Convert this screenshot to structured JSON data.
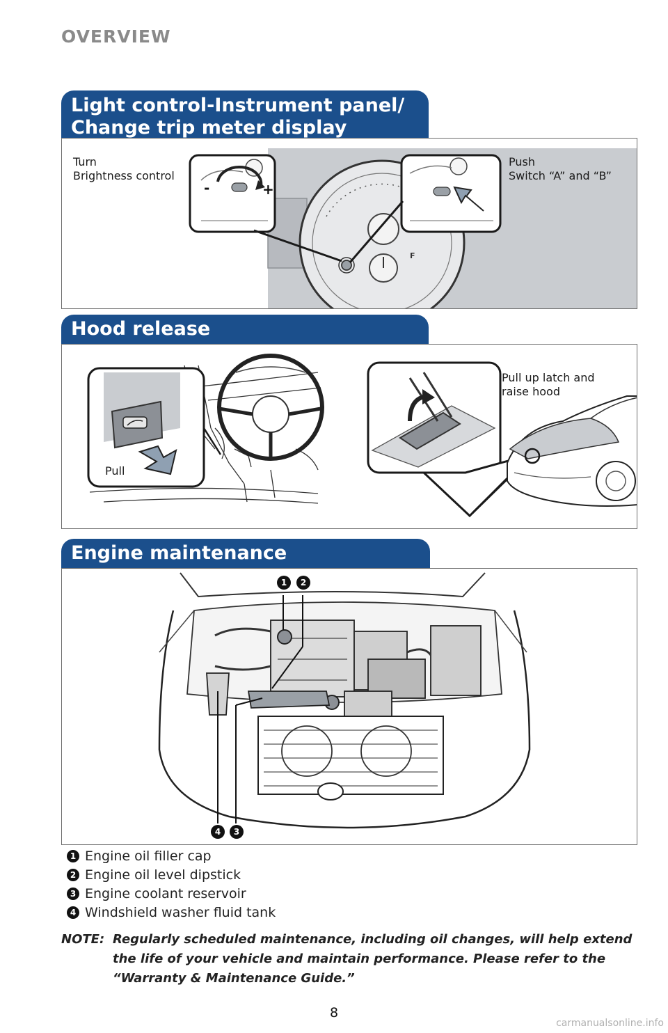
{
  "header": {
    "overview": "OVERVIEW"
  },
  "section1": {
    "title_line1": "Light control-Instrument panel/",
    "title_line2": "Change trip meter display",
    "left_caption": [
      "Turn",
      "Brightness control"
    ],
    "right_caption": [
      "Push",
      "Switch “A” and “B”"
    ],
    "dial_marks": [
      "-",
      "+"
    ],
    "fuel_mark": "F"
  },
  "section2": {
    "title": "Hood release",
    "pull_label": "Pull",
    "latch_caption": [
      "Pull up latch and",
      "raise hood"
    ]
  },
  "section3": {
    "title": "Engine maintenance",
    "callouts": [
      "1",
      "2",
      "3",
      "4"
    ]
  },
  "legend": [
    {
      "num": "1",
      "text": "Engine oil filler cap"
    },
    {
      "num": "2",
      "text": "Engine oil level dipstick"
    },
    {
      "num": "3",
      "text": "Engine coolant reservoir"
    },
    {
      "num": "4",
      "text": "Windshield washer fluid tank"
    }
  ],
  "note": {
    "label": "NOTE:",
    "text": "Regularly scheduled maintenance, including oil changes, will help extend the life of your vehicle and maintain performance. Please refer to the “Warranty & Maintenance Guide.”"
  },
  "footer": {
    "page_number": "8",
    "watermark": "carmanualsonline.info"
  },
  "colors": {
    "section_header_bg": "#1b4f8c",
    "panel_border": "#6d6d6d",
    "overview_text": "#8a8a8a"
  }
}
